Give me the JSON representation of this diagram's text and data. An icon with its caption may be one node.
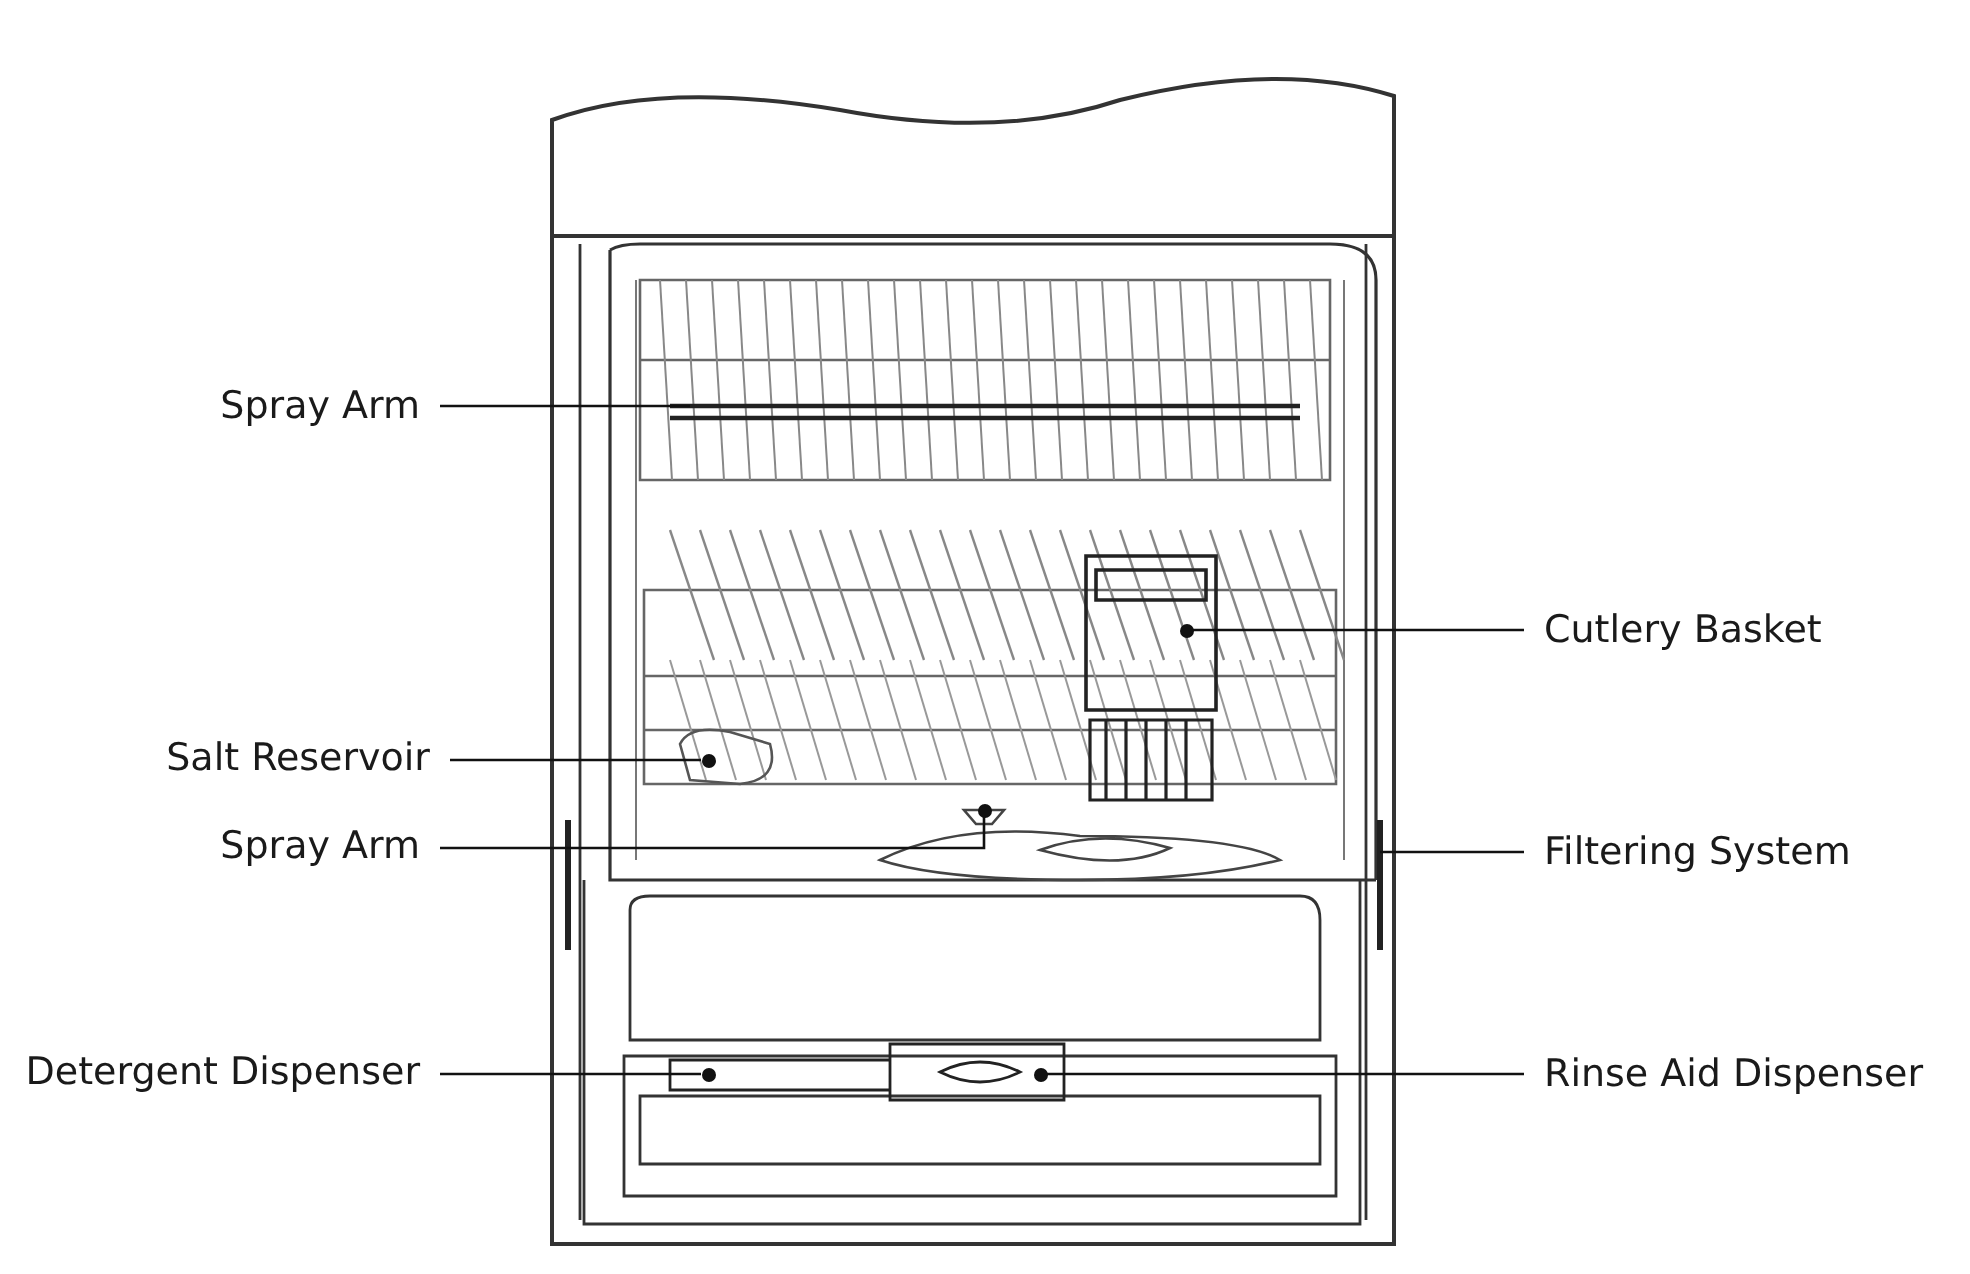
{
  "diagram": {
    "nodes": [
      {
        "text": [
          "Spray Arm"
        ]
      },
      {
        "text": [
          "Cutlery Basket"
        ]
      },
      {
        "text": [
          "Salt Reservoir"
        ]
      },
      {
        "text": [
          "Spray Arm"
        ]
      },
      {
        "text": [
          "Filtering System"
        ]
      },
      {
        "text": [
          "Detergent Dispenser"
        ]
      },
      {
        "text": [
          "Rinse Aid Dispenser"
        ]
      },
      {
        "text": [],
        "shape": "circle"
      },
      {
        "text": [],
        "shape": "circle"
      },
      {
        "text": [],
        "shape": "circle"
      },
      {
        "text": [],
        "shape": "circle"
      },
      {
        "text": [],
        "shape": "circle"
      }
    ],
    "edges": [
      {
        "from": 0,
        "to": null,
        "arrow": "none"
      },
      {
        "from": 1,
        "to": 7,
        "arrow": "none"
      },
      {
        "from": 2,
        "to": 8,
        "arrow": "none"
      },
      {
        "from": 3,
        "to": 9,
        "arrow": "none"
      },
      {
        "from": 4,
        "to": null,
        "arrow": "none"
      },
      {
        "from": 5,
        "to": 10,
        "arrow": "none"
      },
      {
        "from": 6,
        "to": 11,
        "arrow": "none"
      }
    ]
  }
}
